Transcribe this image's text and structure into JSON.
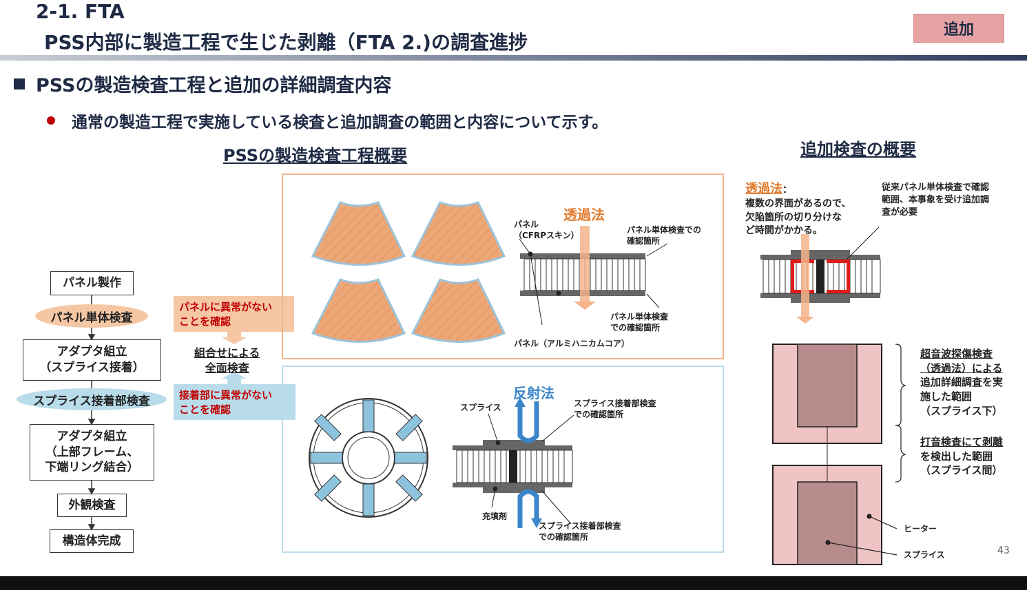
{
  "header": {
    "title_line1": "2-1. FTA",
    "title_line2": "PSS内部に製造工程で生じた剥離（FTA 2.)の調査進捗",
    "badge": "追加"
  },
  "section_title": "PSSの製造検査工程と追加の詳細調査内容",
  "bullet_text": "通常の製造工程で実施している検査と追加調査の範囲と内容について示す。",
  "left_title": "PSSの製造検査工程概要",
  "right_title": "追加検査の概要",
  "flow": {
    "step1": "パネル製作",
    "inspect1": "パネル単体検査",
    "step2_l1": "アダプタ組立",
    "step2_l2": "（スプライス接着）",
    "inspect2": "スプライス接着部検査",
    "step3_l1": "アダプタ組立",
    "step3_l2": "（上部フレーム、",
    "step3_l3": "下端リング結合）",
    "step4": "外観検査",
    "step5": "構造体完成"
  },
  "notes": {
    "panel_ok_l1": "パネルに異常がない",
    "panel_ok_l2": "ことを確認",
    "bond_ok_l1": "接着部に異常がない",
    "bond_ok_l2": "ことを確認",
    "combined_l1": "組合せによる",
    "combined_l2": "全面検査"
  },
  "orange_panel": {
    "method": "透過法",
    "panel_skin_l1": "パネル",
    "panel_skin_l2": "（CFRPスキン）",
    "check_top_l1": "パネル単体検査での",
    "check_top_l2": "確認箇所",
    "check_bottom_l1": "パネル単体検査",
    "check_bottom_l2": "での確認箇所",
    "core_label": "パネル（アルミハニカムコア）"
  },
  "blue_panel": {
    "method": "反射法",
    "splice": "スプライス",
    "check_top_l1": "スプライス接着部検査",
    "check_top_l2": "での確認箇所",
    "filler": "充填剤",
    "check_bottom_l1": "スプライス接着部検査",
    "check_bottom_l2": "での確認箇所"
  },
  "right_panel": {
    "method": "透過法",
    "method_suffix": "：",
    "desc_l1": "複数の界面があるので、",
    "desc_l2": "欠陥箇所の切り分けな",
    "desc_l3": "ど時間がかかる。",
    "prior_l1": "従来パネル単体検査で確認",
    "prior_l2": "範囲、本事象を受け追加調",
    "prior_l3": "査が必要",
    "ut_l1": "超音波探傷検査",
    "ut_l2": "（透過法）による",
    "ut_l3": "追加詳細調査を実",
    "ut_l4": "施した範囲",
    "ut_l5": "（スプライス下）",
    "tap_l1": "打音検査にて剥離",
    "tap_l2": "を検出した範囲",
    "tap_l3": "（スプライス間）",
    "heater": "ヒーター",
    "splice": "スプライス"
  },
  "page_number": "43",
  "colors": {
    "navy": "#1f2a44",
    "orange": "#e0792a",
    "orange_fill": "#f2c7a8",
    "blue": "#3a86c9",
    "light_blue": "#b9dcea",
    "red": "#c00000",
    "pink": "#f0c4c4",
    "mauve": "#b88c8c"
  }
}
